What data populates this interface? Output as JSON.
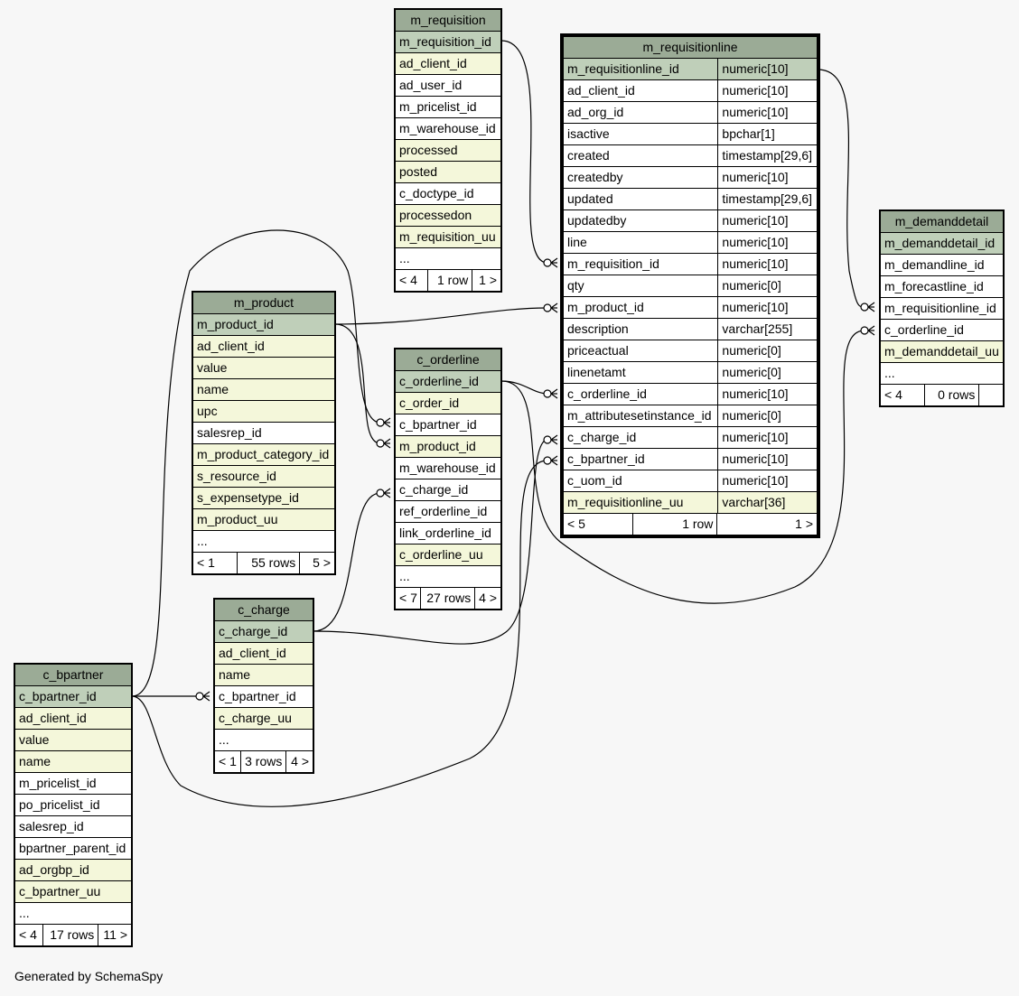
{
  "tables": {
    "m_requisition": {
      "name": "m_requisition",
      "columns": [
        {
          "name": "m_requisition_id",
          "kind": "pk"
        },
        {
          "name": "ad_client_id",
          "kind": "idx"
        },
        {
          "name": "ad_user_id",
          "kind": ""
        },
        {
          "name": "m_pricelist_id",
          "kind": ""
        },
        {
          "name": "m_warehouse_id",
          "kind": ""
        },
        {
          "name": "processed",
          "kind": "idx"
        },
        {
          "name": "posted",
          "kind": "idx"
        },
        {
          "name": "c_doctype_id",
          "kind": ""
        },
        {
          "name": "processedon",
          "kind": "idx"
        },
        {
          "name": "m_requisition_uu",
          "kind": "idx"
        },
        {
          "name": "...",
          "kind": ""
        }
      ],
      "footer": [
        "< 4",
        "1 row",
        "1 >"
      ]
    },
    "m_requisitionline": {
      "name": "m_requisitionline",
      "columns": [
        {
          "name": "m_requisitionline_id",
          "type": "numeric[10]",
          "kind": "pk"
        },
        {
          "name": "ad_client_id",
          "type": "numeric[10]",
          "kind": ""
        },
        {
          "name": "ad_org_id",
          "type": "numeric[10]",
          "kind": ""
        },
        {
          "name": "isactive",
          "type": "bpchar[1]",
          "kind": ""
        },
        {
          "name": "created",
          "type": "timestamp[29,6]",
          "kind": ""
        },
        {
          "name": "createdby",
          "type": "numeric[10]",
          "kind": ""
        },
        {
          "name": "updated",
          "type": "timestamp[29,6]",
          "kind": ""
        },
        {
          "name": "updatedby",
          "type": "numeric[10]",
          "kind": ""
        },
        {
          "name": "line",
          "type": "numeric[10]",
          "kind": ""
        },
        {
          "name": "m_requisition_id",
          "type": "numeric[10]",
          "kind": ""
        },
        {
          "name": "qty",
          "type": "numeric[0]",
          "kind": ""
        },
        {
          "name": "m_product_id",
          "type": "numeric[10]",
          "kind": ""
        },
        {
          "name": "description",
          "type": "varchar[255]",
          "kind": ""
        },
        {
          "name": "priceactual",
          "type": "numeric[0]",
          "kind": ""
        },
        {
          "name": "linenetamt",
          "type": "numeric[0]",
          "kind": ""
        },
        {
          "name": "c_orderline_id",
          "type": "numeric[10]",
          "kind": ""
        },
        {
          "name": "m_attributesetinstance_id",
          "type": "numeric[0]",
          "kind": ""
        },
        {
          "name": "c_charge_id",
          "type": "numeric[10]",
          "kind": ""
        },
        {
          "name": "c_bpartner_id",
          "type": "numeric[10]",
          "kind": ""
        },
        {
          "name": "c_uom_id",
          "type": "numeric[10]",
          "kind": ""
        },
        {
          "name": "m_requisitionline_uu",
          "type": "varchar[36]",
          "kind": "idx"
        }
      ],
      "footer": [
        "< 5",
        "1 row",
        "1 >"
      ]
    },
    "m_demanddetail": {
      "name": "m_demanddetail",
      "columns": [
        {
          "name": "m_demanddetail_id",
          "kind": "pk"
        },
        {
          "name": "m_demandline_id",
          "kind": ""
        },
        {
          "name": "m_forecastline_id",
          "kind": ""
        },
        {
          "name": "m_requisitionline_id",
          "kind": ""
        },
        {
          "name": "c_orderline_id",
          "kind": ""
        },
        {
          "name": "m_demanddetail_uu",
          "kind": "idx"
        },
        {
          "name": "...",
          "kind": ""
        }
      ],
      "footer": [
        "< 4",
        "0 rows",
        ""
      ]
    },
    "m_product": {
      "name": "m_product",
      "columns": [
        {
          "name": "m_product_id",
          "kind": "pk"
        },
        {
          "name": "ad_client_id",
          "kind": "idx"
        },
        {
          "name": "value",
          "kind": "idx"
        },
        {
          "name": "name",
          "kind": "idx"
        },
        {
          "name": "upc",
          "kind": "idx"
        },
        {
          "name": "salesrep_id",
          "kind": ""
        },
        {
          "name": "m_product_category_id",
          "kind": "idx"
        },
        {
          "name": "s_resource_id",
          "kind": "idx"
        },
        {
          "name": "s_expensetype_id",
          "kind": "idx"
        },
        {
          "name": "m_product_uu",
          "kind": "idx"
        },
        {
          "name": "...",
          "kind": ""
        }
      ],
      "footer": [
        "< 1",
        "55 rows",
        "5 >"
      ]
    },
    "c_orderline": {
      "name": "c_orderline",
      "columns": [
        {
          "name": "c_orderline_id",
          "kind": "pk"
        },
        {
          "name": "c_order_id",
          "kind": "idx"
        },
        {
          "name": "c_bpartner_id",
          "kind": ""
        },
        {
          "name": "m_product_id",
          "kind": "idx"
        },
        {
          "name": "m_warehouse_id",
          "kind": ""
        },
        {
          "name": "c_charge_id",
          "kind": ""
        },
        {
          "name": "ref_orderline_id",
          "kind": ""
        },
        {
          "name": "link_orderline_id",
          "kind": ""
        },
        {
          "name": "c_orderline_uu",
          "kind": "idx"
        },
        {
          "name": "...",
          "kind": ""
        }
      ],
      "footer": [
        "< 7",
        "27 rows",
        "4 >"
      ]
    },
    "c_charge": {
      "name": "c_charge",
      "columns": [
        {
          "name": "c_charge_id",
          "kind": "pk"
        },
        {
          "name": "ad_client_id",
          "kind": "idx"
        },
        {
          "name": "name",
          "kind": "idx"
        },
        {
          "name": "c_bpartner_id",
          "kind": ""
        },
        {
          "name": "c_charge_uu",
          "kind": "idx"
        },
        {
          "name": "...",
          "kind": ""
        }
      ],
      "footer": [
        "< 1",
        "3 rows",
        "4 >"
      ]
    },
    "c_bpartner": {
      "name": "c_bpartner",
      "columns": [
        {
          "name": "c_bpartner_id",
          "kind": "pk"
        },
        {
          "name": "ad_client_id",
          "kind": "idx"
        },
        {
          "name": "value",
          "kind": "idx"
        },
        {
          "name": "name",
          "kind": "idx"
        },
        {
          "name": "m_pricelist_id",
          "kind": ""
        },
        {
          "name": "po_pricelist_id",
          "kind": ""
        },
        {
          "name": "salesrep_id",
          "kind": ""
        },
        {
          "name": "bpartner_parent_id",
          "kind": ""
        },
        {
          "name": "ad_orgbp_id",
          "kind": "idx"
        },
        {
          "name": "c_bpartner_uu",
          "kind": "idx"
        },
        {
          "name": "...",
          "kind": ""
        }
      ],
      "footer": [
        "< 4",
        "17 rows",
        "11 >"
      ]
    }
  },
  "relationships": [
    {
      "from": "m_requisitionline.m_requisition_id",
      "to": "m_requisition.m_requisition_id"
    },
    {
      "from": "m_requisitionline.m_product_id",
      "to": "m_product.m_product_id"
    },
    {
      "from": "m_requisitionline.c_orderline_id",
      "to": "c_orderline.c_orderline_id"
    },
    {
      "from": "m_requisitionline.c_charge_id",
      "to": "c_charge.c_charge_id"
    },
    {
      "from": "m_requisitionline.c_bpartner_id",
      "to": "c_bpartner.c_bpartner_id"
    },
    {
      "from": "m_demanddetail.m_requisitionline_id",
      "to": "m_requisitionline.m_requisitionline_id"
    },
    {
      "from": "m_demanddetail.c_orderline_id",
      "to": "c_orderline.c_orderline_id"
    },
    {
      "from": "c_orderline.c_bpartner_id",
      "to": "c_bpartner.c_bpartner_id"
    },
    {
      "from": "c_orderline.m_product_id",
      "to": "m_product.m_product_id"
    },
    {
      "from": "c_orderline.c_charge_id",
      "to": "c_charge.c_charge_id"
    },
    {
      "from": "c_charge.c_bpartner_id",
      "to": "c_bpartner.c_bpartner_id"
    }
  ],
  "footer_note": "Generated by SchemaSpy",
  "colors": {
    "header": "#9bab96",
    "primary_key": "#bfcfb9",
    "indexed": "#f4f7da",
    "plain": "#ffffff",
    "background": "#f7f7f7"
  }
}
